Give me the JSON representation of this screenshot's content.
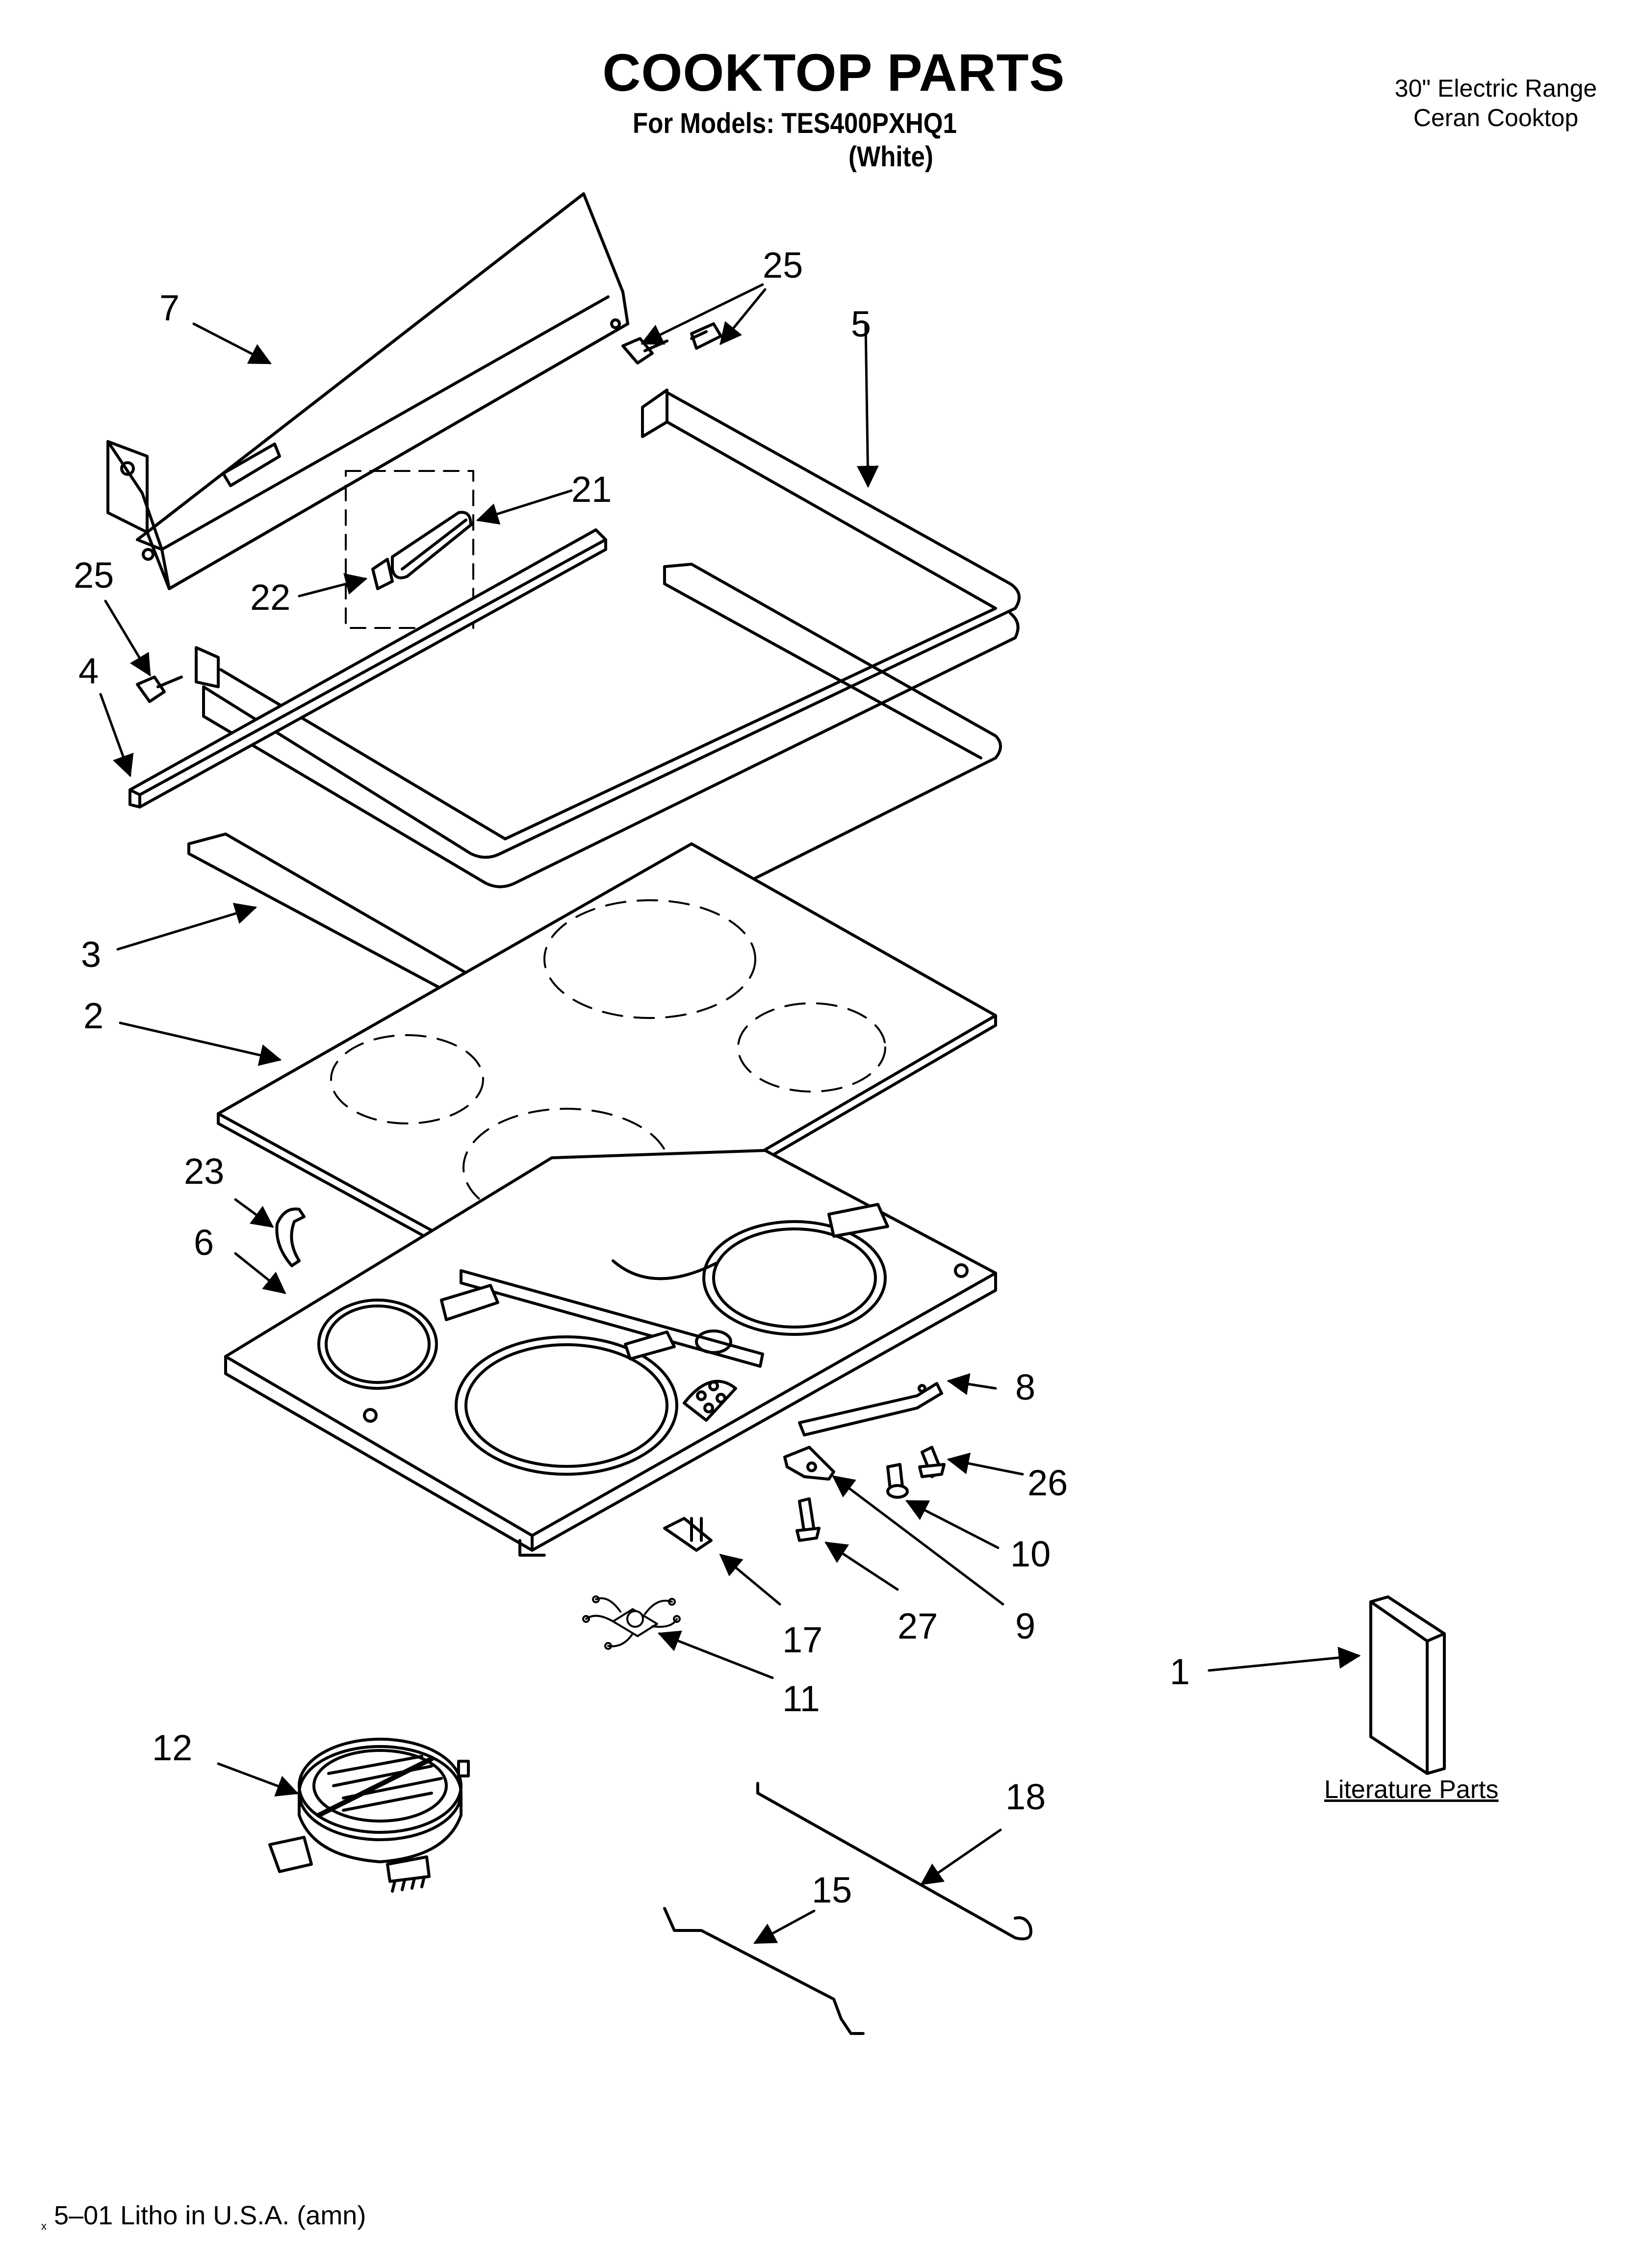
{
  "header": {
    "title": "COOKTOP PARTS",
    "subtitle": "For Models: TES400PXHQ1",
    "color_variant": "(White)",
    "product_note": [
      "30\" Electric Range",
      "Ceran Cooktop"
    ]
  },
  "callouts": [
    "7",
    "25",
    "5",
    "21",
    "25",
    "22",
    "4",
    "3",
    "2",
    "23",
    "6",
    "8",
    "26",
    "10",
    "9",
    "27",
    "17",
    "11",
    "1",
    "12",
    "18",
    "15"
  ],
  "literature_label": "Literature Parts",
  "footer": "5–01 Litho in U.S.A. (amn)",
  "footer_mark": "x",
  "colors": {
    "line": "#000000",
    "background": "#ffffff"
  }
}
